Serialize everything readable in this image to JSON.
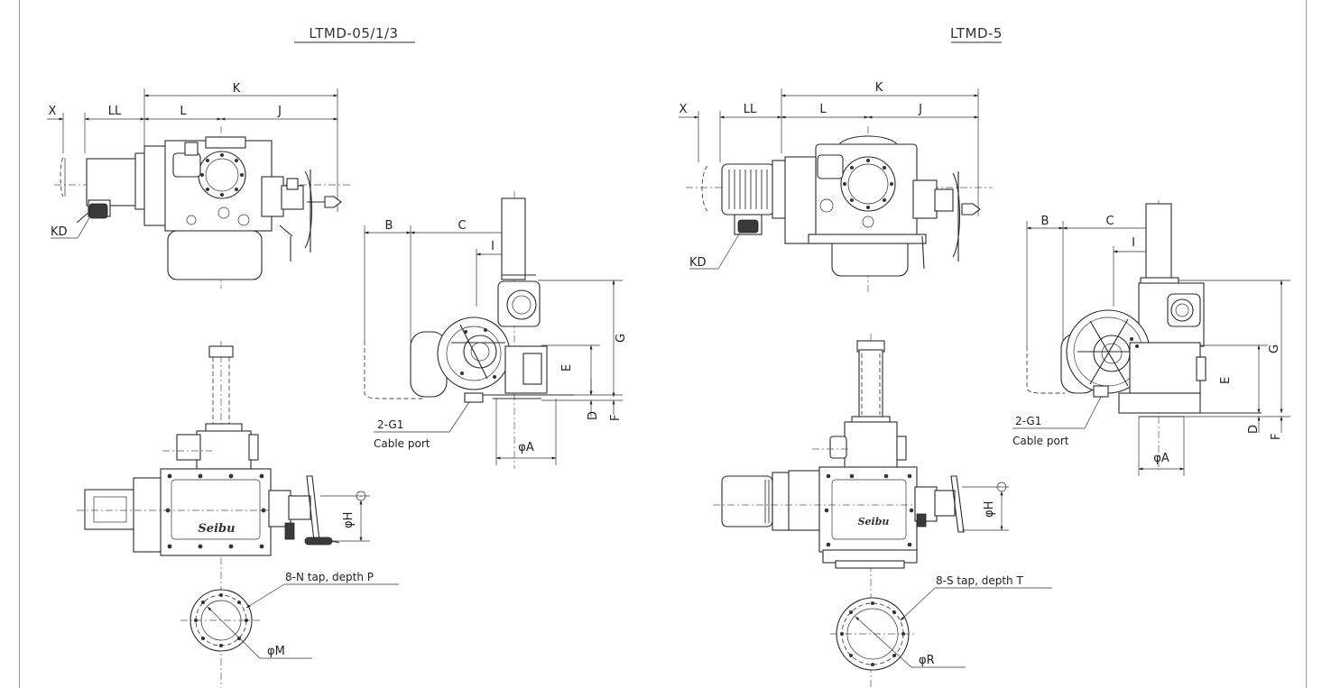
{
  "views": {
    "left": {
      "title": "LTMD-05/1/3",
      "dims": {
        "K": "K",
        "X": "X",
        "LL": "LL",
        "L": "L",
        "J": "J",
        "KD": "KD",
        "B": "B",
        "C": "C",
        "I": "I",
        "G": "G",
        "E": "E",
        "D": "D",
        "F": "F",
        "phiA": "φA",
        "phiH": "φH"
      },
      "cable_port_code": "2-G1",
      "cable_port_label": "Cable port",
      "tap_note": "8-N tap, depth P",
      "flange_dia": "φM",
      "nameplate": "Seibu"
    },
    "right": {
      "title": "LTMD-5",
      "dims": {
        "K": "K",
        "X": "X",
        "LL": "LL",
        "L": "L",
        "J": "J",
        "KD": "KD",
        "B": "B",
        "C": "C",
        "I": "I",
        "G": "G",
        "E": "E",
        "D": "D",
        "F": "F",
        "phiA": "φA",
        "phiH": "φH"
      },
      "cable_port_code": "2-G1",
      "cable_port_label": "Cable port",
      "tap_note": "8-S tap, depth T",
      "flange_dia": "φR",
      "nameplate": "Seibu"
    }
  }
}
